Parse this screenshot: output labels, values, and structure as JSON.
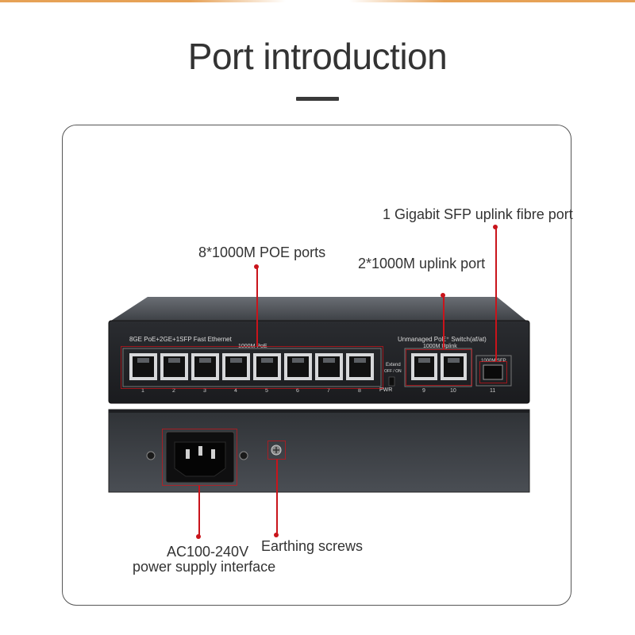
{
  "page": {
    "title": "Port introduction"
  },
  "callouts": {
    "sfp_uplink": "1 Gigabit SFP uplink fibre port",
    "poe_ports": "8*1000M POE ports",
    "uplink_ports": "2*1000M uplink port",
    "power_line1": "AC100-240V",
    "power_line2": "power supply interface",
    "earthing": "Earthing screws"
  },
  "device": {
    "left_label": "8GE PoE+2GE+1SFP Fast Ethernet",
    "poe_group_label": "1000M  PoE",
    "brand_label": "Unmanaged PoE⁺ Switch(af/at)",
    "uplink_group_label": "1000M  Uplink",
    "sfp_group_label": "1000M SFP",
    "extend_label": "Extend",
    "extend_sub": "OFF / ON",
    "pwr_label": "PWR",
    "port_numbers": [
      "1",
      "2",
      "3",
      "4",
      "5",
      "6",
      "7",
      "8"
    ],
    "uplink_numbers": [
      "9",
      "10"
    ],
    "sfp_number": "11"
  },
  "colors": {
    "accent": "#c9141b",
    "chassis": "#3c3f44",
    "bezel": "#1c1d20"
  }
}
